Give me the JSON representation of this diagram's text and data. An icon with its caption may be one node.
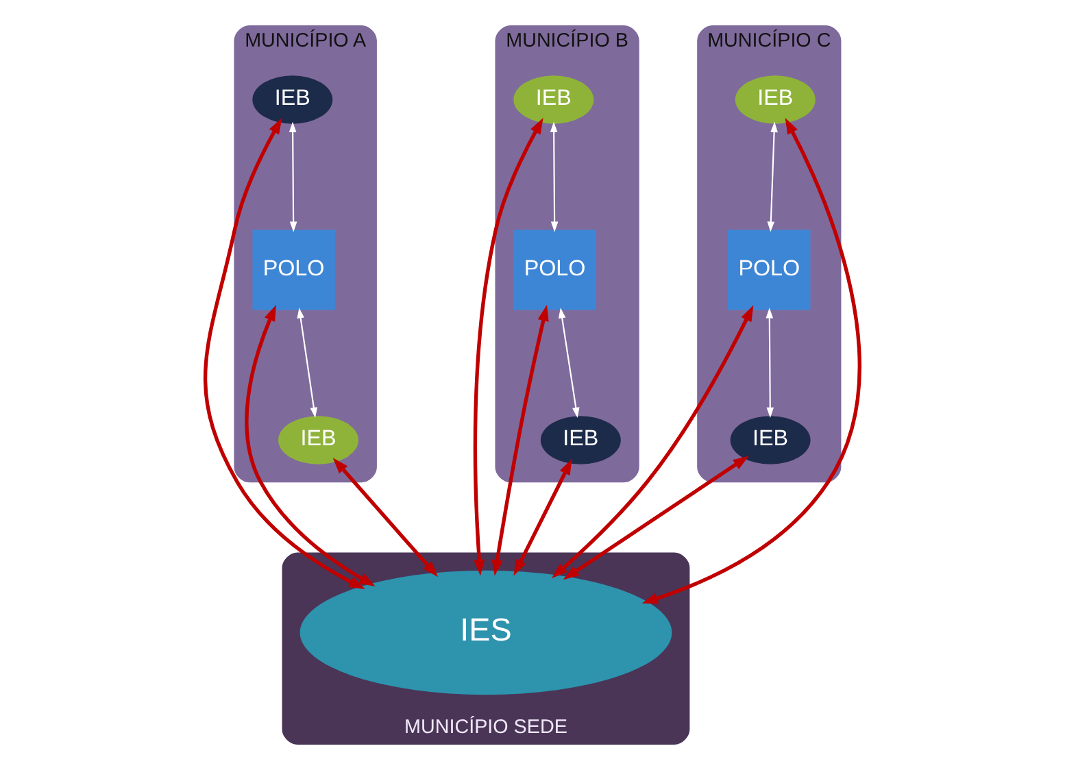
{
  "diagram": {
    "nodes": [
      {
        "text": [
          "MUNICÍPIO A"
        ]
      },
      {
        "text": [
          "IEB"
        ],
        "in": 0
      },
      {
        "text": [
          "POLO"
        ],
        "in": 0
      },
      {
        "text": [
          "IEB"
        ],
        "in": 0
      },
      {
        "text": [
          "MUNICÍPIO B"
        ]
      },
      {
        "text": [
          "IEB"
        ],
        "in": 4
      },
      {
        "text": [
          "POLO"
        ],
        "in": 4
      },
      {
        "text": [
          "IEB"
        ],
        "in": 4
      },
      {
        "text": [
          "MUNICÍPIO C"
        ]
      },
      {
        "text": [
          "IEB"
        ],
        "in": 8
      },
      {
        "text": [
          "POLO"
        ],
        "in": 8
      },
      {
        "text": [
          "IEB"
        ],
        "in": 8
      },
      {
        "text": [
          "MUNICÍPIO SEDE"
        ]
      },
      {
        "text": [
          "IES"
        ],
        "in": 12
      }
    ],
    "edges": [
      {
        "from": 1,
        "to": 2,
        "arrow": "both",
        "color": "#ffffff"
      },
      {
        "from": 2,
        "to": 3,
        "arrow": "both",
        "color": "#ffffff"
      },
      {
        "from": 5,
        "to": 6,
        "arrow": "both",
        "color": "#ffffff"
      },
      {
        "from": 6,
        "to": 7,
        "arrow": "both",
        "color": "#ffffff"
      },
      {
        "from": 9,
        "to": 10,
        "arrow": "both",
        "color": "#ffffff"
      },
      {
        "from": 10,
        "to": 11,
        "arrow": "both",
        "color": "#ffffff"
      },
      {
        "from": 13,
        "to": 1,
        "arrow": "both"
      },
      {
        "from": 13,
        "to": 2,
        "arrow": "both"
      },
      {
        "from": 13,
        "to": 3,
        "arrow": "both"
      },
      {
        "from": 13,
        "to": 5,
        "arrow": "both"
      },
      {
        "from": 13,
        "to": 6,
        "arrow": "both"
      },
      {
        "from": 13,
        "to": 7,
        "arrow": "both"
      },
      {
        "from": 13,
        "to": 9,
        "arrow": "both"
      },
      {
        "from": 13,
        "to": 10,
        "arrow": "both"
      },
      {
        "from": 13,
        "to": 11,
        "arrow": "both"
      }
    ]
  }
}
